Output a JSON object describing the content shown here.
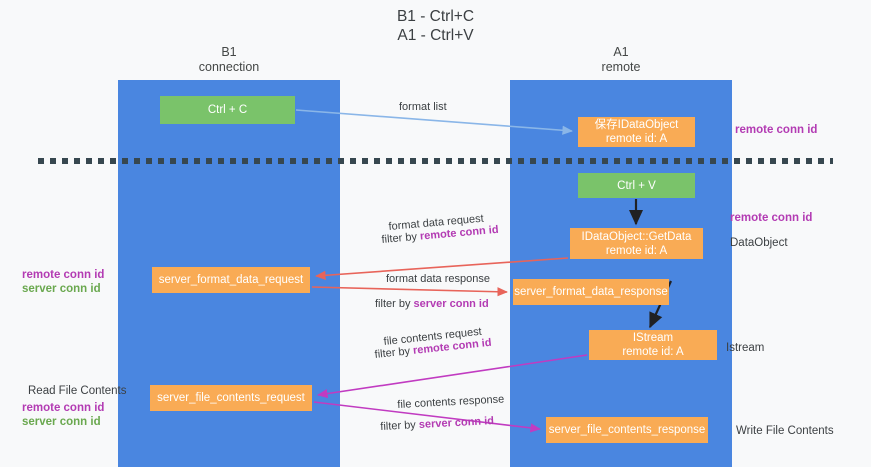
{
  "title": {
    "line1": "B1 - Ctrl+C",
    "line2": "A1 - Ctrl+V"
  },
  "lanes": [
    {
      "id": "b1",
      "name_line1": "B1",
      "name_line2": "connection",
      "color": "#4a86e0"
    },
    {
      "id": "a1",
      "name_line1": "A1",
      "name_line2": "remote",
      "color": "#4a86e0"
    }
  ],
  "colors": {
    "lane_blue": "#4a86e0",
    "node_green": "#7ac36a",
    "node_orange": "#f9ab55",
    "remote_conn_id": "#b33bb3",
    "server_conn_id": "#6aa84f",
    "arrow_blue": "#8ab6e8",
    "arrow_red": "#e8645a",
    "arrow_magenta": "#c13bc1",
    "arrow_black": "#202124",
    "divider": "#37474f",
    "background": "#f8f9fa"
  },
  "nodes": {
    "ctrl_c": {
      "label": "Ctrl + C",
      "style": "green"
    },
    "save_idataobject": {
      "label_line1": "保存IDataObject",
      "label_line2": "remote id: A",
      "style": "orange"
    },
    "ctrl_v": {
      "label": "Ctrl + V",
      "style": "green"
    },
    "getdata": {
      "label_line1": "IDataObject::GetData",
      "label_line2": "remote id: A",
      "style": "orange"
    },
    "server_format_data_request": {
      "label": "server_format_data_request",
      "style": "orange"
    },
    "server_format_data_response": {
      "label": "server_format_data_response",
      "style": "orange"
    },
    "istream": {
      "label_line1": "IStream",
      "label_line2": "remote id: A",
      "style": "orange"
    },
    "server_file_contents_request": {
      "label": "server_file_contents_request",
      "style": "orange"
    },
    "server_file_contents_response": {
      "label": "server_file_contents_response",
      "style": "orange"
    }
  },
  "edge_labels": {
    "format_list": "format list",
    "format_data_request": "format data request",
    "format_data_request_filter_prefix": "filter by ",
    "format_data_request_filter_value": "remote conn id",
    "format_data_response": "format data response",
    "format_data_response_filter_prefix": "filter by ",
    "format_data_response_filter_value": "server conn id",
    "file_contents_request": "file contents request",
    "file_contents_request_filter_prefix": "filter by ",
    "file_contents_request_filter_value": "remote conn id",
    "file_contents_response": "file contents response",
    "file_contents_response_filter_prefix": "filter by ",
    "file_contents_response_filter_value": "server conn id"
  },
  "side_labels": {
    "remote_conn_id_top": "remote conn id",
    "remote_conn_id_mid": "remote conn id",
    "dataobject": "DataObject",
    "istream": "Istream",
    "write_file_contents": "Write File Contents",
    "read_file_contents": "Read File Contents",
    "left_remote_conn_id_a": "remote conn id",
    "left_server_conn_id_a": "server conn id",
    "left_remote_conn_id_b": "remote conn id",
    "left_server_conn_id_b": "server conn id"
  }
}
